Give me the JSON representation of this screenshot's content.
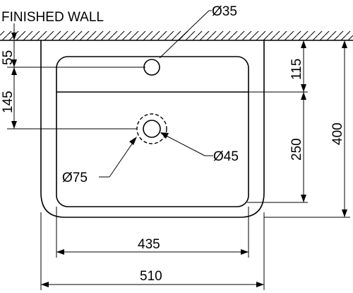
{
  "labels": {
    "wall": "FINISHED WALL",
    "tap_hole": "Ø35",
    "dim_55": "55",
    "dim_145": "145",
    "dim_115": "115",
    "dim_250": "250",
    "dim_400": "400",
    "dim_435": "435",
    "dim_510": "510",
    "drain_outer": "Ø75",
    "drain_inner": "Ø45"
  }
}
